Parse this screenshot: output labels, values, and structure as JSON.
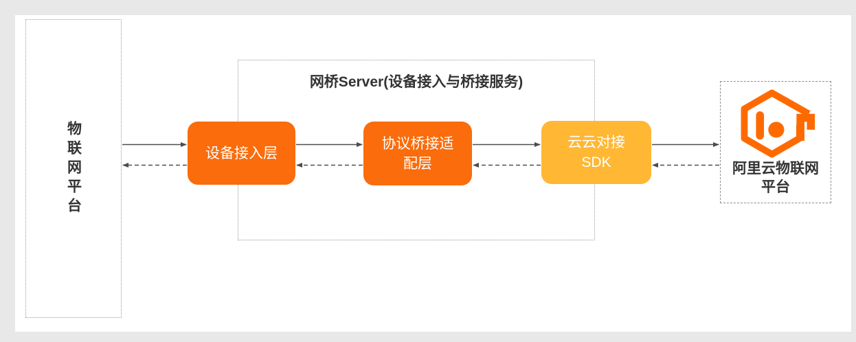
{
  "colors": {
    "node_orange": "#FA6C0C",
    "node_amber": "#FFB734",
    "brand_orange": "#FF6A00",
    "text_dark": "#333333",
    "arrow_gray": "#4d4d4d",
    "border_gray": "#999999",
    "page_bg": "#e8e8e8",
    "panel_bg": "#ffffff"
  },
  "left_platform": {
    "label": "物联网平台"
  },
  "bridge": {
    "title": "网桥Server(设备接入与桥接服务)"
  },
  "nodes": [
    {
      "id": "device-access",
      "label": "设备接入层",
      "color": "#FA6C0C"
    },
    {
      "id": "protocol-bridge",
      "label": "协议桥接适\n配层",
      "color": "#FA6C0C"
    },
    {
      "id": "cloud-sdk",
      "label": "云云对接\nSDK",
      "color": "#FFB734"
    }
  ],
  "aliyun": {
    "label": "阿里云物联网\n平台",
    "logo_icon": "aliyun-iot-logo"
  },
  "edges": [
    {
      "from": "iot-platform",
      "to": "device-access",
      "style": "solid"
    },
    {
      "from": "device-access",
      "to": "iot-platform",
      "style": "dashed"
    },
    {
      "from": "device-access",
      "to": "protocol-bridge",
      "style": "solid"
    },
    {
      "from": "protocol-bridge",
      "to": "device-access",
      "style": "dashed"
    },
    {
      "from": "protocol-bridge",
      "to": "cloud-sdk",
      "style": "solid"
    },
    {
      "from": "cloud-sdk",
      "to": "protocol-bridge",
      "style": "dashed"
    },
    {
      "from": "cloud-sdk",
      "to": "aliyun-platform",
      "style": "solid"
    },
    {
      "from": "aliyun-platform",
      "to": "cloud-sdk",
      "style": "dashed"
    }
  ]
}
